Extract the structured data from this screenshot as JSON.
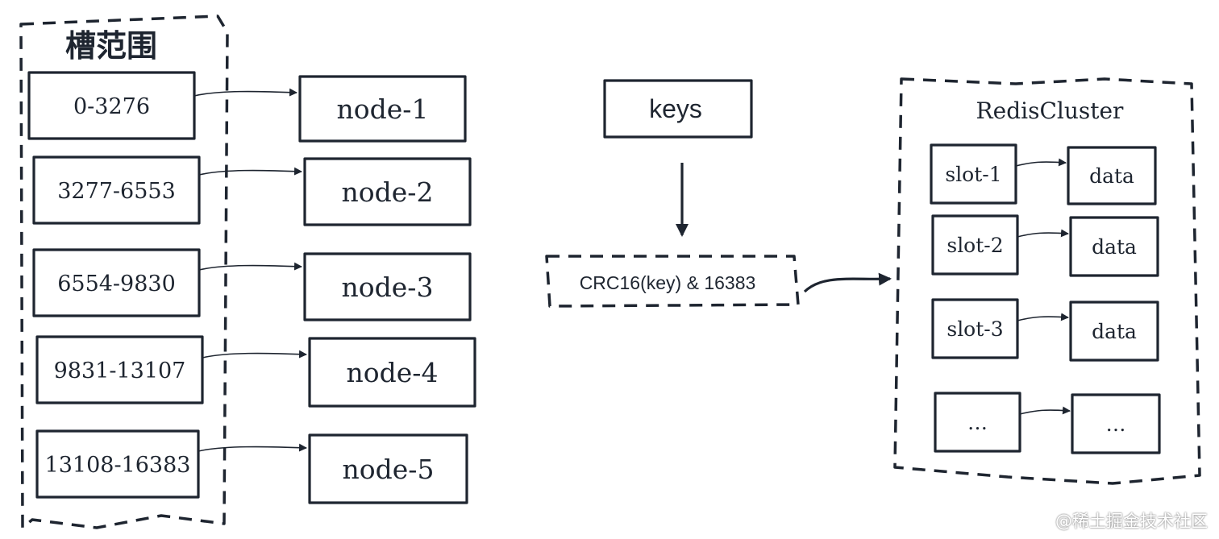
{
  "slot_range_title": "槽范围",
  "ranges": [
    {
      "range": "0-3276",
      "node": "node-1"
    },
    {
      "range": "3277-6553",
      "node": "node-2"
    },
    {
      "range": "6554-9830",
      "node": "node-3"
    },
    {
      "range": "9831-13107",
      "node": "node-4"
    },
    {
      "range": "13108-16383",
      "node": "node-5"
    }
  ],
  "keys_label": "keys",
  "formula_label": "CRC16(key) & 16383",
  "cluster": {
    "title": "RedisCluster",
    "rows": [
      {
        "slot": "slot-1",
        "data": "data"
      },
      {
        "slot": "slot-2",
        "data": "data"
      },
      {
        "slot": "slot-3",
        "data": "data"
      },
      {
        "slot": "…",
        "data": "…"
      }
    ]
  },
  "watermark": "@稀土掘金技术社区"
}
